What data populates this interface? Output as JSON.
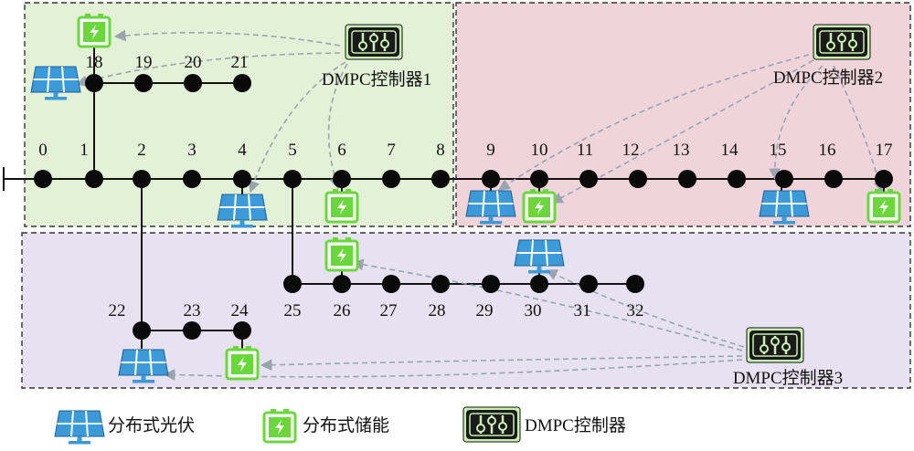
{
  "nodes": [
    "0",
    "1",
    "2",
    "3",
    "4",
    "5",
    "6",
    "7",
    "8",
    "9",
    "10",
    "11",
    "12",
    "13",
    "14",
    "15",
    "16",
    "17",
    "18",
    "19",
    "20",
    "21",
    "22",
    "23",
    "24",
    "25",
    "26",
    "27",
    "28",
    "29",
    "30",
    "31",
    "32"
  ],
  "controllers": [
    "DMPC控制器1",
    "DMPC控制器2",
    "DMPC控制器3"
  ],
  "legend": {
    "pv": "分布式光伏",
    "storage": "分布式储能",
    "controller": "DMPC控制器"
  },
  "colors": {
    "zone1": "#e3f1d6",
    "zone2": "#f0d4dc",
    "zone3": "#e6e2f1",
    "pv": "#3d9ad9",
    "storage": "#6ad83c",
    "controller_bg": "#1a1a1a",
    "controller_fg": "#c9efb2",
    "arrow": "#9aa4ae"
  },
  "icons": {
    "pv": "solar-panel-icon",
    "storage": "battery-icon",
    "controller": "sliders-icon"
  }
}
